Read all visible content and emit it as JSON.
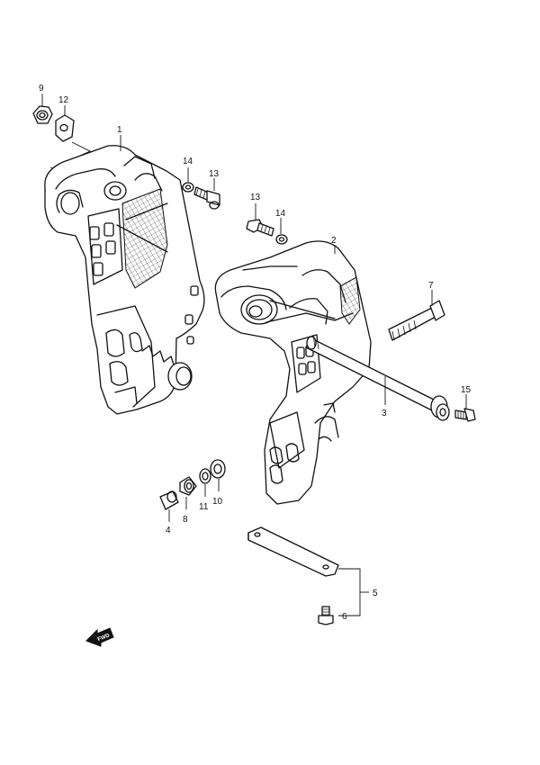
{
  "callouts": {
    "c1": "1",
    "c2": "2",
    "c3": "3",
    "c4": "4",
    "c5": "5",
    "c6": "6",
    "c7": "7",
    "c8": "8",
    "c9": "9",
    "c10": "10",
    "c11": "11",
    "c12": "12",
    "c13a": "13",
    "c13b": "13",
    "c14a": "14",
    "c14b": "14",
    "c15": "15"
  },
  "direction_label": "FWD"
}
